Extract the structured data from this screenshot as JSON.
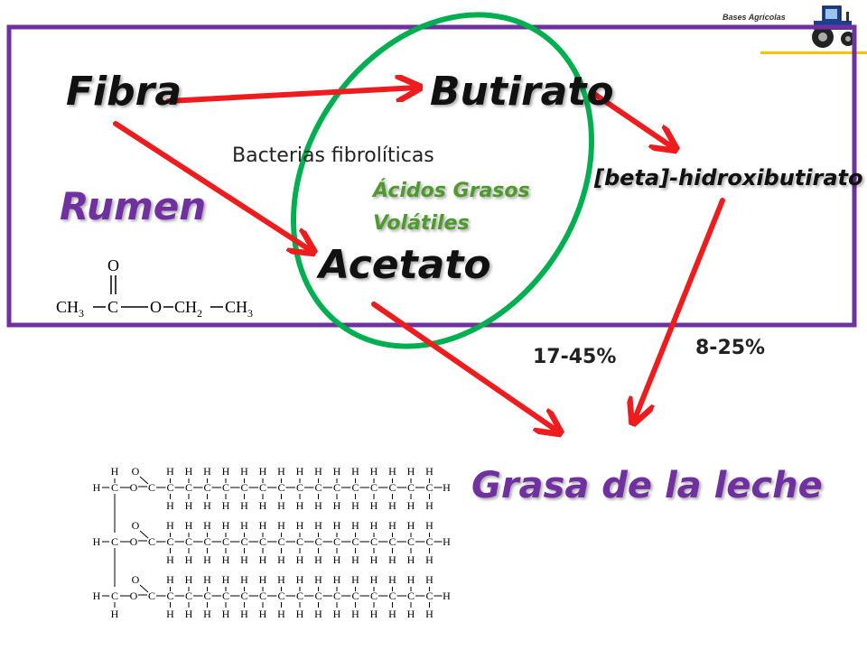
{
  "logo": {
    "brand_text": "Bases Agrícolas",
    "icon": "tractor-icon",
    "accent_line_color": "#f2c500"
  },
  "colors": {
    "arrow": "#ee1c1c",
    "frame": "#7030a0",
    "ellipse": "#00b050",
    "green_text": "#4f9a2c"
  },
  "labels": {
    "fibra": "Fibra",
    "butirato": "Butirato",
    "acetato": "Acetato",
    "rumen": "Rumen",
    "bacterias": "Bacterias fibrolíticas",
    "agv_line1": "Ácidos Grasos",
    "agv_line2": "Volátiles",
    "bhb": "[beta]-hidroxibutirato",
    "pct_acetato": "17-45%",
    "pct_bhb": "8-25%",
    "grasa": "Grasa de la leche"
  },
  "ester": {
    "top_o": "O",
    "c1": "CH",
    "s1": "3",
    "c2": "C",
    "o": "O",
    "c3": "CH",
    "s3": "2",
    "c4": "CH",
    "s4": "3"
  },
  "triglyceride": {
    "H": "H",
    "C": "C",
    "O": "O",
    "chain_carbons": 16
  }
}
